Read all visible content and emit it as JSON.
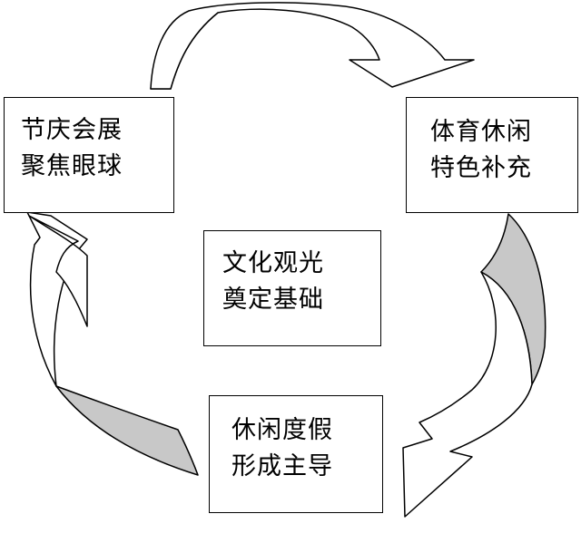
{
  "diagram": {
    "nodes": [
      {
        "id": "festival",
        "lines": [
          "节庆会展",
          "聚焦眼球"
        ]
      },
      {
        "id": "sports",
        "lines": [
          "体育休闲",
          "特色补充"
        ]
      },
      {
        "id": "culture",
        "lines": [
          "文化观光",
          "奠定基础"
        ]
      },
      {
        "id": "vacation",
        "lines": [
          "休闲度假",
          "形成主导"
        ]
      }
    ],
    "edges": [
      {
        "from": "festival",
        "to": "sports"
      },
      {
        "from": "sports",
        "to": "vacation"
      },
      {
        "from": "vacation",
        "to": "festival"
      }
    ],
    "colors": {
      "arrow_shade": "#c8c8c8",
      "stroke": "#000000",
      "box_fill": "#ffffff",
      "text": "#000000"
    }
  }
}
